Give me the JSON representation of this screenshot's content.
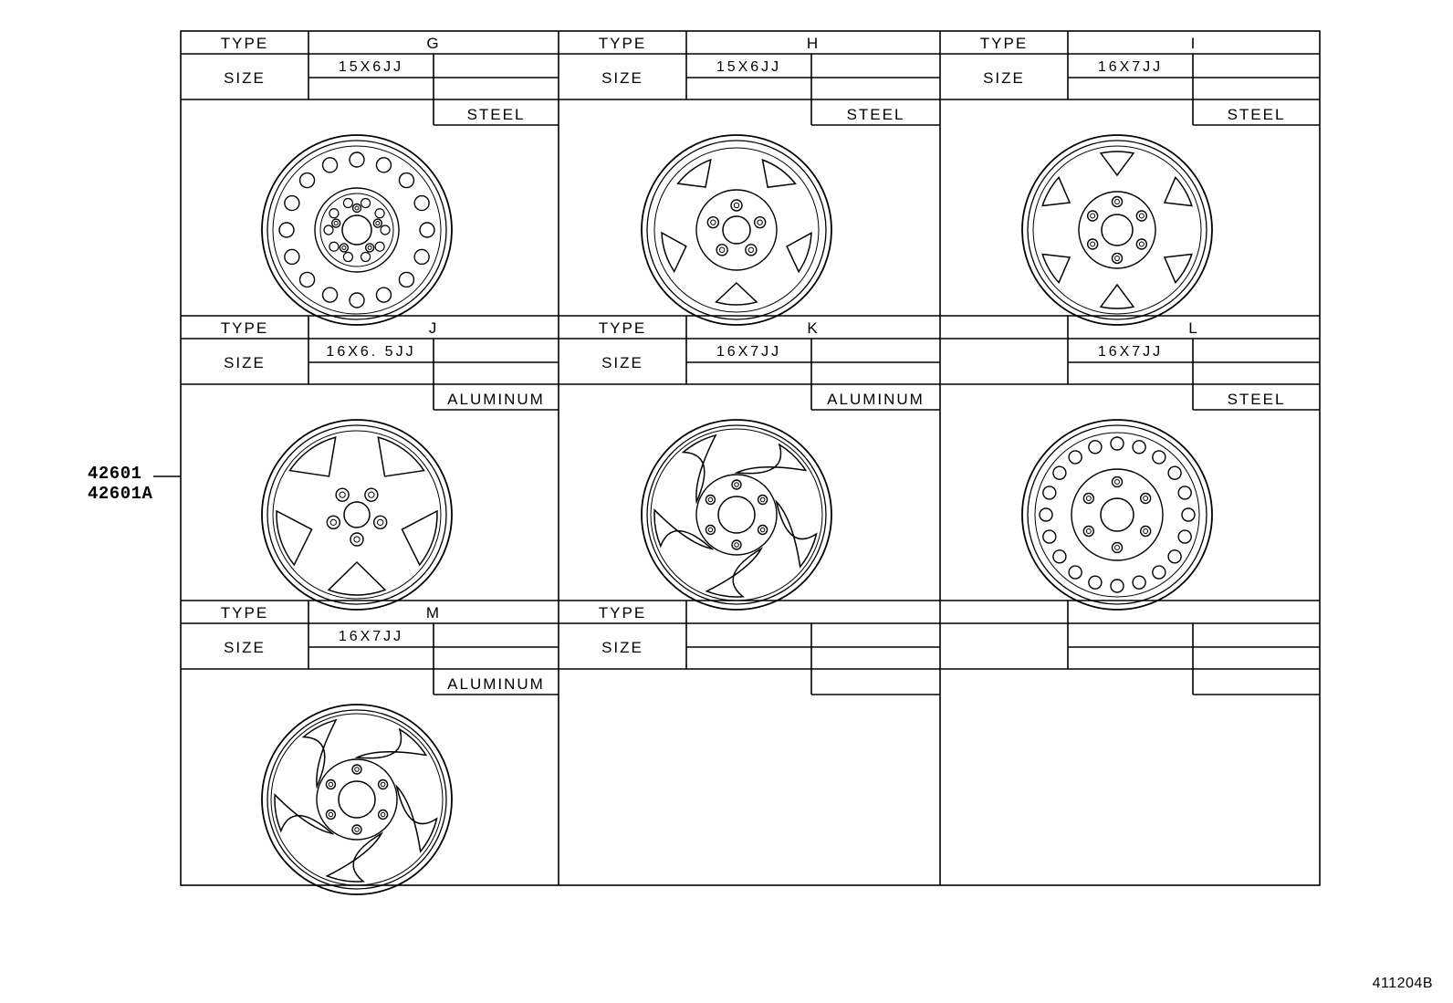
{
  "part_numbers": [
    "42601",
    "42601A"
  ],
  "document_number": "411204B",
  "panels": [
    {
      "type_label": "TYPE",
      "type_value": "G",
      "size_label": "SIZE",
      "size_value": "15X6JJ",
      "material": "STEEL",
      "wheel": "steel-round-holes-wheel"
    },
    {
      "type_label": "TYPE",
      "type_value": "H",
      "size_label": "SIZE",
      "size_value": "15X6JJ",
      "material": "STEEL",
      "wheel": "steel-five-window-wheel"
    },
    {
      "type_label": "TYPE",
      "type_value": "I",
      "size_label": "SIZE",
      "size_value": "16X7JJ",
      "material": "STEEL",
      "wheel": "steel-six-window-wheel"
    },
    {
      "type_label": "TYPE",
      "type_value": "J",
      "size_label": "SIZE",
      "size_value": "16X6. 5JJ",
      "material": "ALUMINUM",
      "wheel": "aluminum-five-spoke-wheel"
    },
    {
      "type_label": "TYPE",
      "type_value": "K",
      "size_label": "SIZE",
      "size_value": "16X7JJ",
      "material": "ALUMINUM",
      "wheel": "aluminum-swirl-wheel"
    },
    {
      "type_label": "",
      "type_value": "L",
      "size_label": "",
      "size_value": "16X7JJ",
      "material": "STEEL",
      "wheel": "steel-ring-holes-wheel"
    },
    {
      "type_label": "TYPE",
      "type_value": "M",
      "size_label": "SIZE",
      "size_value": "16X7JJ",
      "material": "ALUMINUM",
      "wheel": "aluminum-swirl-wheel"
    },
    {
      "type_label": "TYPE",
      "type_value": "",
      "size_label": "SIZE",
      "size_value": "",
      "material": "",
      "wheel": ""
    },
    {
      "type_label": "",
      "type_value": "",
      "size_label": "",
      "size_value": "",
      "material": "",
      "wheel": ""
    }
  ]
}
